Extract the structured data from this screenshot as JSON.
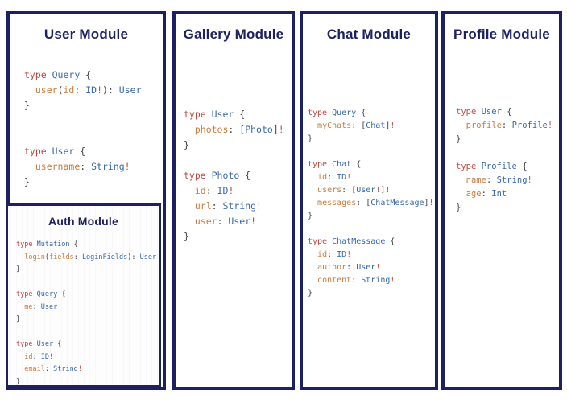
{
  "colors": {
    "border_navy": "#1d2161",
    "title_navy": "#1d2161",
    "keyword_red": "#bc4a42",
    "type_blue": "#3867ad",
    "field_orange": "#c97c3e",
    "bang_red": "#bc4a42",
    "punct_dark": "#3e444c",
    "background": "#ffffff"
  },
  "modules": {
    "user": {
      "title": "User Module",
      "code": [
        [
          [
            "k",
            "type "
          ],
          [
            "t",
            "Query "
          ],
          [
            "p",
            "{"
          ]
        ],
        [
          [
            "p",
            "  "
          ],
          [
            "f",
            "user"
          ],
          [
            "p",
            "("
          ],
          [
            "f",
            "id"
          ],
          [
            "p",
            ": "
          ],
          [
            "t",
            "ID"
          ],
          [
            "r",
            "!"
          ],
          [
            "p",
            "): "
          ],
          [
            "t",
            "User"
          ]
        ],
        [
          [
            "p",
            "}"
          ]
        ],
        [],
        [],
        [
          [
            "k",
            "type "
          ],
          [
            "t",
            "User "
          ],
          [
            "p",
            "{"
          ]
        ],
        [
          [
            "p",
            "  "
          ],
          [
            "f",
            "username"
          ],
          [
            "p",
            ": "
          ],
          [
            "t",
            "String"
          ],
          [
            "r",
            "!"
          ]
        ],
        [
          [
            "p",
            "}"
          ]
        ]
      ]
    },
    "auth": {
      "title": "Auth Module",
      "code": [
        [
          [
            "k",
            "type "
          ],
          [
            "t",
            "Mutation "
          ],
          [
            "p",
            "{"
          ]
        ],
        [
          [
            "p",
            "  "
          ],
          [
            "f",
            "login"
          ],
          [
            "p",
            "("
          ],
          [
            "f",
            "fields"
          ],
          [
            "p",
            ": "
          ],
          [
            "t",
            "LoginFields"
          ],
          [
            "p",
            "): "
          ],
          [
            "t",
            "User"
          ]
        ],
        [
          [
            "p",
            "}"
          ]
        ],
        [],
        [
          [
            "k",
            "type "
          ],
          [
            "t",
            "Query "
          ],
          [
            "p",
            "{"
          ]
        ],
        [
          [
            "p",
            "  "
          ],
          [
            "f",
            "me"
          ],
          [
            "p",
            ": "
          ],
          [
            "t",
            "User"
          ]
        ],
        [
          [
            "p",
            "}"
          ]
        ],
        [],
        [
          [
            "k",
            "type "
          ],
          [
            "t",
            "User "
          ],
          [
            "p",
            "{"
          ]
        ],
        [
          [
            "p",
            "  "
          ],
          [
            "f",
            "id"
          ],
          [
            "p",
            ": "
          ],
          [
            "t",
            "ID"
          ],
          [
            "r",
            "!"
          ]
        ],
        [
          [
            "p",
            "  "
          ],
          [
            "f",
            "email"
          ],
          [
            "p",
            ": "
          ],
          [
            "t",
            "String"
          ],
          [
            "r",
            "!"
          ]
        ],
        [
          [
            "p",
            "}"
          ]
        ]
      ]
    },
    "gallery": {
      "title": "Gallery Module",
      "code": [
        [
          [
            "k",
            "type "
          ],
          [
            "t",
            "User "
          ],
          [
            "p",
            "{"
          ]
        ],
        [
          [
            "p",
            "  "
          ],
          [
            "f",
            "photos"
          ],
          [
            "p",
            ": ["
          ],
          [
            "t",
            "Photo"
          ],
          [
            "p",
            "]"
          ],
          [
            "r",
            "!"
          ]
        ],
        [
          [
            "p",
            "}"
          ]
        ],
        [],
        [
          [
            "k",
            "type "
          ],
          [
            "t",
            "Photo "
          ],
          [
            "p",
            "{"
          ]
        ],
        [
          [
            "p",
            "  "
          ],
          [
            "f",
            "id"
          ],
          [
            "p",
            ": "
          ],
          [
            "t",
            "ID"
          ],
          [
            "r",
            "!"
          ]
        ],
        [
          [
            "p",
            "  "
          ],
          [
            "f",
            "url"
          ],
          [
            "p",
            ": "
          ],
          [
            "t",
            "String"
          ],
          [
            "r",
            "!"
          ]
        ],
        [
          [
            "p",
            "  "
          ],
          [
            "f",
            "user"
          ],
          [
            "p",
            ": "
          ],
          [
            "t",
            "User"
          ],
          [
            "r",
            "!"
          ]
        ],
        [
          [
            "p",
            "}"
          ]
        ]
      ]
    },
    "chat": {
      "title": "Chat Module",
      "code": [
        [
          [
            "k",
            "type "
          ],
          [
            "t",
            "Query "
          ],
          [
            "p",
            "{"
          ]
        ],
        [
          [
            "p",
            "  "
          ],
          [
            "f",
            "myChats"
          ],
          [
            "p",
            ": ["
          ],
          [
            "t",
            "Chat"
          ],
          [
            "p",
            "]"
          ],
          [
            "r",
            "!"
          ]
        ],
        [
          [
            "p",
            "}"
          ]
        ],
        [],
        [
          [
            "k",
            "type "
          ],
          [
            "t",
            "Chat "
          ],
          [
            "p",
            "{"
          ]
        ],
        [
          [
            "p",
            "  "
          ],
          [
            "f",
            "id"
          ],
          [
            "p",
            ": "
          ],
          [
            "t",
            "ID"
          ],
          [
            "r",
            "!"
          ]
        ],
        [
          [
            "p",
            "  "
          ],
          [
            "f",
            "users"
          ],
          [
            "p",
            ": ["
          ],
          [
            "t",
            "User"
          ],
          [
            "r",
            "!"
          ],
          [
            "p",
            "]"
          ],
          [
            "r",
            "!"
          ]
        ],
        [
          [
            "p",
            "  "
          ],
          [
            "f",
            "messages"
          ],
          [
            "p",
            ": ["
          ],
          [
            "t",
            "ChatMessage"
          ],
          [
            "p",
            "]"
          ],
          [
            "r",
            "!"
          ]
        ],
        [
          [
            "p",
            "}"
          ]
        ],
        [],
        [
          [
            "k",
            "type "
          ],
          [
            "t",
            "ChatMessage "
          ],
          [
            "p",
            "{"
          ]
        ],
        [
          [
            "p",
            "  "
          ],
          [
            "f",
            "id"
          ],
          [
            "p",
            ": "
          ],
          [
            "t",
            "ID"
          ],
          [
            "r",
            "!"
          ]
        ],
        [
          [
            "p",
            "  "
          ],
          [
            "f",
            "author"
          ],
          [
            "p",
            ": "
          ],
          [
            "t",
            "User"
          ],
          [
            "r",
            "!"
          ]
        ],
        [
          [
            "p",
            "  "
          ],
          [
            "f",
            "content"
          ],
          [
            "p",
            ": "
          ],
          [
            "t",
            "String"
          ],
          [
            "r",
            "!"
          ]
        ],
        [
          [
            "p",
            "}"
          ]
        ]
      ]
    },
    "profile": {
      "title": "Profile Module",
      "code": [
        [
          [
            "k",
            "type "
          ],
          [
            "t",
            "User "
          ],
          [
            "p",
            "{"
          ]
        ],
        [
          [
            "p",
            "  "
          ],
          [
            "f",
            "profile"
          ],
          [
            "p",
            ": "
          ],
          [
            "t",
            "Profile"
          ],
          [
            "r",
            "!"
          ]
        ],
        [
          [
            "p",
            "}"
          ]
        ],
        [],
        [
          [
            "k",
            "type "
          ],
          [
            "t",
            "Profile "
          ],
          [
            "p",
            "{"
          ]
        ],
        [
          [
            "p",
            "  "
          ],
          [
            "f",
            "name"
          ],
          [
            "p",
            ": "
          ],
          [
            "t",
            "String"
          ],
          [
            "r",
            "!"
          ]
        ],
        [
          [
            "p",
            "  "
          ],
          [
            "f",
            "age"
          ],
          [
            "p",
            ": "
          ],
          [
            "t",
            "Int"
          ]
        ],
        [
          [
            "p",
            "}"
          ]
        ]
      ]
    }
  }
}
